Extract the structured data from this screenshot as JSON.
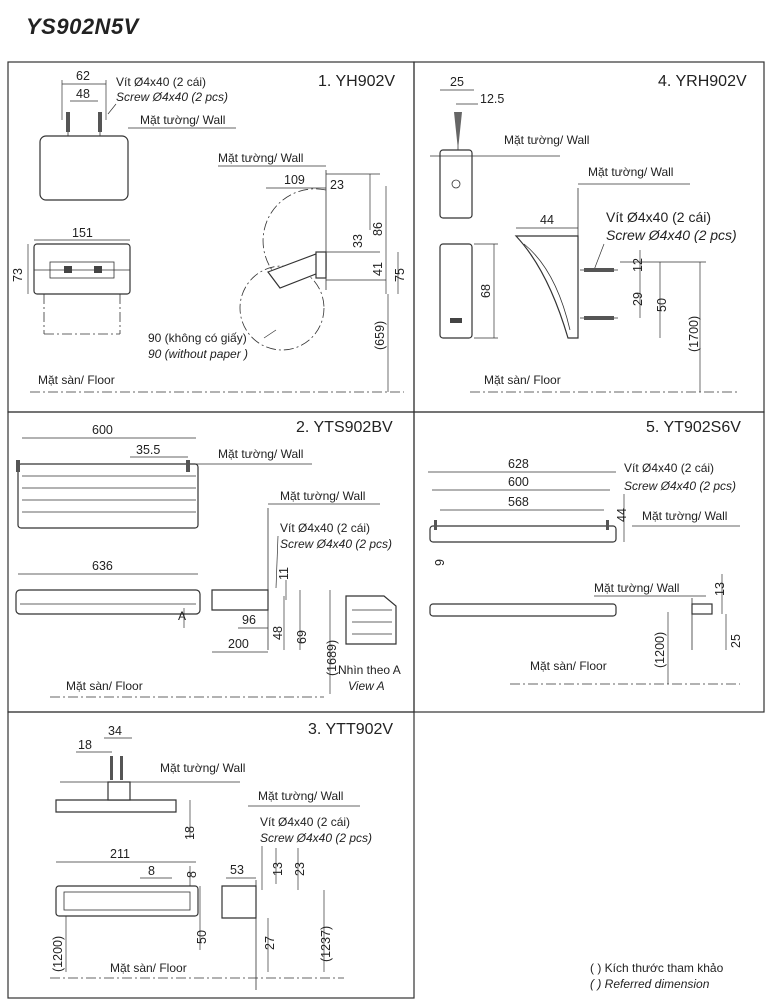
{
  "model": "YS902N5V",
  "common": {
    "wall": "Mặt tường/ Wall",
    "floor": "Mặt sàn/ Floor",
    "screw_vi": "Vít Ø4x40 (2 cái)",
    "screw_en": "Screw Ø4x40 (2 pcs)"
  },
  "panels": {
    "p1": {
      "title": "1. YH902V",
      "dims": {
        "d62": "62",
        "d48": "48",
        "d151": "151",
        "d73": "73",
        "d109": "109",
        "d23": "23",
        "d86": "86",
        "d33": "33",
        "d41": "41",
        "d75": "75",
        "d659": "(659)"
      },
      "note_vi": "90 (không có giấy)",
      "note_en": "90 (without paper )"
    },
    "p2": {
      "title": "2. YTS902BV",
      "dims": {
        "d600": "600",
        "d35_5": "35.5",
        "d636": "636",
        "d11": "11",
        "d96": "96",
        "d48": "48",
        "d69": "69",
        "d1689": "(1689)",
        "d200": "200"
      },
      "letter_a": "A",
      "view_vi": "Nhìn theo A",
      "view_en": "View A"
    },
    "p3": {
      "title": "3. YTT902V",
      "dims": {
        "d34": "34",
        "d18a": "18",
        "d18b": "18",
        "d211": "211",
        "d8a": "8",
        "d8b": "8",
        "d50": "50",
        "d1200": "(1200)",
        "d53": "53",
        "d13": "13",
        "d23": "23",
        "d27": "27",
        "d1237": "(1237)"
      }
    },
    "p4": {
      "title": "4. YRH902V",
      "dims": {
        "d25": "25",
        "d12_5": "12.5",
        "d68": "68",
        "d44": "44",
        "d12": "12",
        "d29": "29",
        "d50": "50",
        "d1700": "(1700)"
      }
    },
    "p5": {
      "title": "5. YT902S6V",
      "dims": {
        "d628": "628",
        "d600": "600",
        "d568": "568",
        "d44": "44",
        "d9": "9",
        "d13": "13",
        "d25": "25",
        "d1200": "(1200)"
      }
    }
  },
  "legend": {
    "vi": "( ) Kích thước tham khảo",
    "en": "( ) Referred dimension"
  }
}
